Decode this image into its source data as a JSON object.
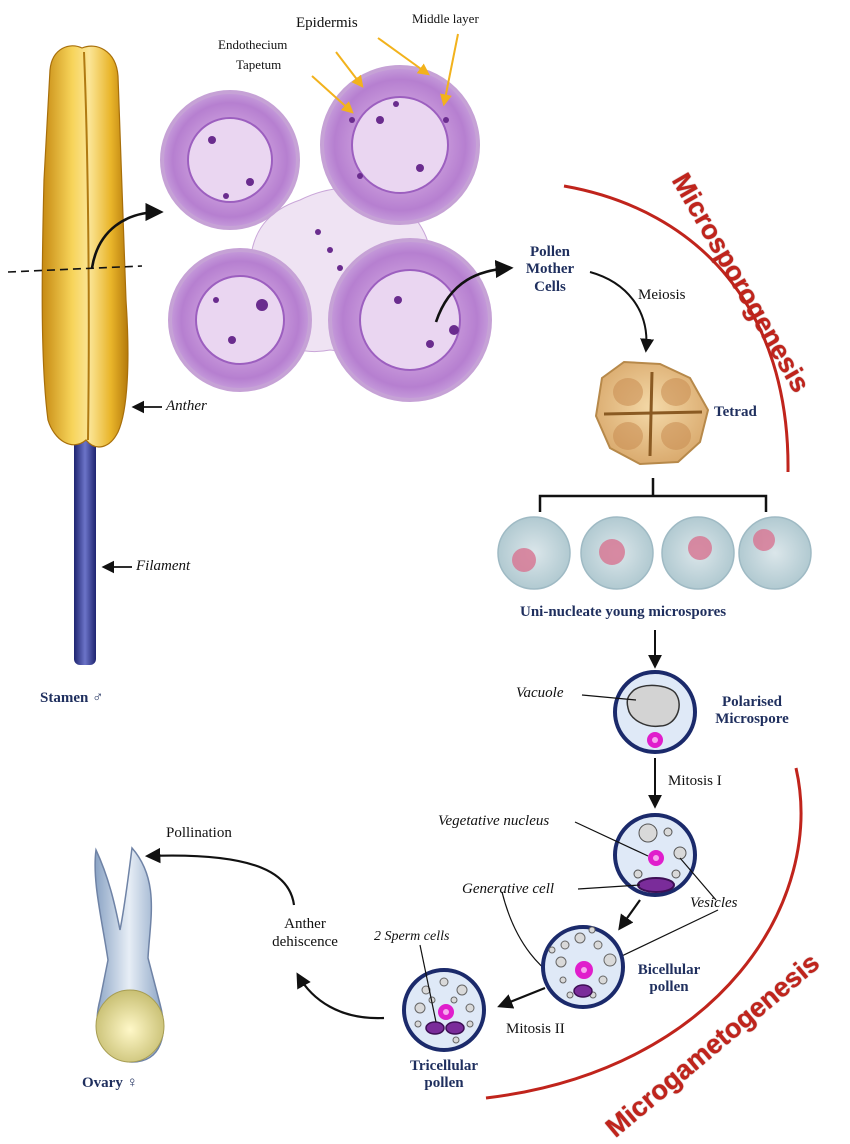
{
  "labels": {
    "epidermis": "Epidermis",
    "middle_layer": "Middle layer",
    "endothecium": "Endothecium",
    "tapetum": "Tapetum",
    "anther": "Anther",
    "filament": "Filament",
    "stamen": "Stamen ♂",
    "pollen_mother_cells": "Pollen Mother Cells",
    "meiosis": "Meiosis",
    "tetrad": "Tetrad",
    "microspores": "Uni-nucleate young microspores",
    "vacuole": "Vacuole",
    "polarised_microspore": "Polarised Microspore",
    "mitosis1": "Mitosis I",
    "vegetative_nucleus": "Vegetative nucleus",
    "generative_cell": "Generative cell",
    "vesicles": "Vesicles",
    "bicellular_pollen": "Bicellular pollen",
    "sperm_cells": "2 Sperm cells",
    "mitosis2": "Mitosis II",
    "tricellular_pollen": "Tricellular pollen",
    "anther_dehiscence": "Anther dehiscence",
    "pollination": "Pollination",
    "ovary": "Ovary ♀"
  },
  "phases": {
    "microsporogenesis": "Microsporogenesis",
    "microgametogenesis": "Microgametogenesis"
  },
  "colors": {
    "phase_red": "#c0241c",
    "label_blue": "#1f2f5e",
    "cell_purple": "#8d4fb8",
    "nucleus_magenta": "#e01ecc",
    "anther_yellow": "#e8b62c",
    "filament_blue": "#3a3f9a",
    "leader_orange": "#f2b21c"
  }
}
